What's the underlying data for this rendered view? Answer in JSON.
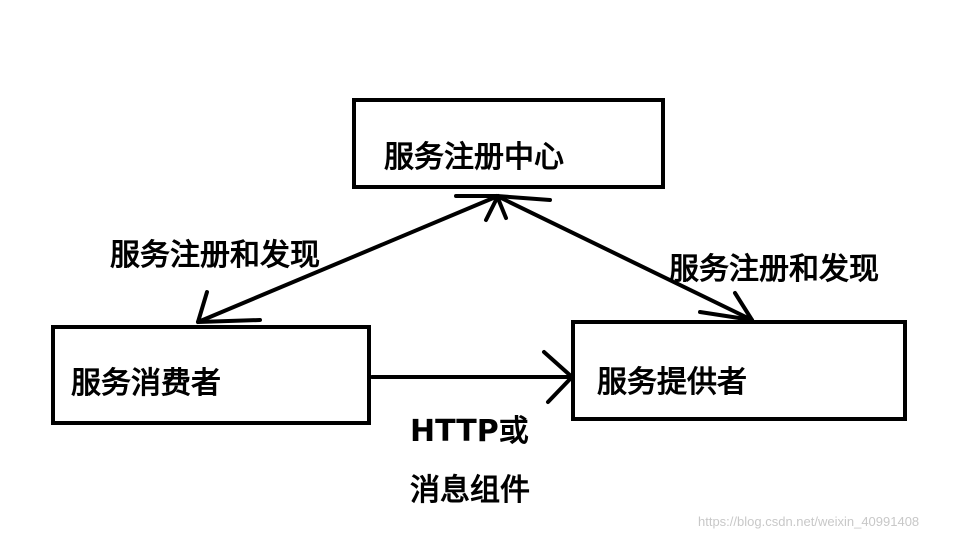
{
  "nodes": {
    "registry": {
      "label": "服务注册中心"
    },
    "consumer": {
      "label": "服务消费者"
    },
    "provider": {
      "label": "服务提供者"
    }
  },
  "edges": {
    "consumer_registry": {
      "label": "服务注册和发现"
    },
    "provider_registry": {
      "label": "服务注册和发现"
    },
    "consumer_provider": {
      "label_line1": "HTTP或",
      "label_line2": "消息组件"
    }
  },
  "watermark": "https://blog.csdn.net/weixin_40991408"
}
